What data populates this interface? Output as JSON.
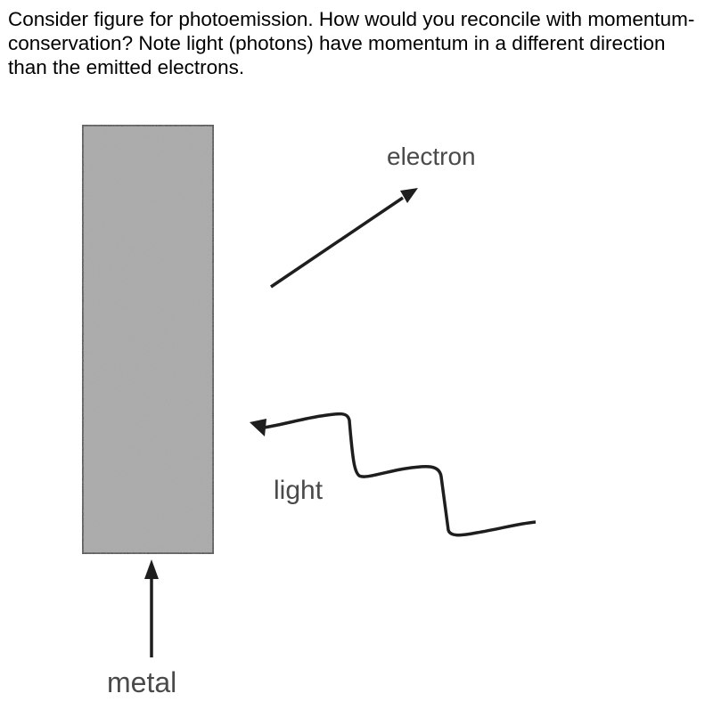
{
  "question": {
    "text": "Consider figure for photoemission. How would you reconcile with momentum-conservation? Note light (photons) have momentum in a different direction than the emitted electrons."
  },
  "figure": {
    "labels": {
      "electron": "electron",
      "light": "light",
      "metal": "metal"
    },
    "colors": {
      "metal_fill": "#a9a9a9",
      "stroke": "#1e1e1e",
      "label_text": "#4a4a4a"
    }
  }
}
